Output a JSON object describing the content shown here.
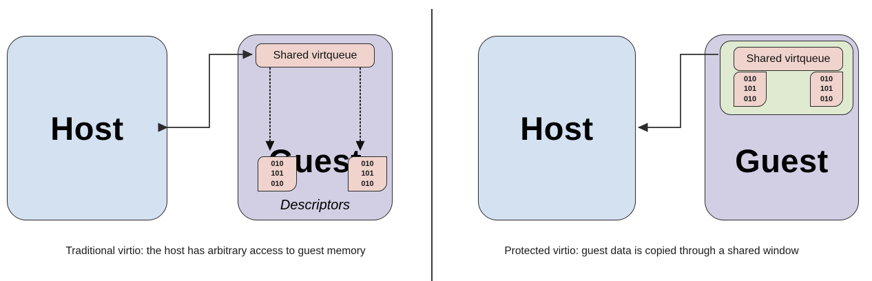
{
  "figure": {
    "background": "#ffffff",
    "divider": {
      "color": "#3c3c3c"
    }
  },
  "colors": {
    "host_fill": "#d4e1f1",
    "guest_fill": "#d2cfe4",
    "virtqueue_fill": "#f0d3cd",
    "descriptor_fill": "#f0d3cd",
    "shared_window_fill": "#dfead0",
    "stroke": "#2b2b2b",
    "text": "#000000"
  },
  "panels": [
    {
      "id": "traditional",
      "caption": "Traditional virtio: the host has arbitrary access to guest memory",
      "host": {
        "label": "Host"
      },
      "guest": {
        "label": "Guest",
        "virtqueue": {
          "label": "Shared virtqueue"
        },
        "descriptors_caption": "Descriptors",
        "descriptors": [
          {
            "lines": [
              "010",
              "101",
              "010"
            ]
          },
          {
            "lines": [
              "010",
              "101",
              "010"
            ]
          }
        ]
      },
      "arrow": {
        "style": "solid",
        "direction": "bidirectional",
        "from": "host",
        "to": "shared-virtqueue"
      },
      "descriptor_links": {
        "style": "dotted",
        "direction": "down",
        "count": 2
      }
    },
    {
      "id": "protected",
      "caption": "Protected virtio: guest data is copied through a shared window",
      "host": {
        "label": "Host"
      },
      "guest": {
        "label": "Guest",
        "shared_window": {
          "virtqueue": {
            "label": "Shared virtqueue"
          },
          "descriptors": [
            {
              "lines": [
                "010",
                "101",
                "010"
              ]
            },
            {
              "lines": [
                "010",
                "101",
                "010"
              ]
            }
          ]
        }
      },
      "arrow": {
        "style": "solid",
        "direction": "to-host",
        "from": "shared-virtqueue",
        "to": "host"
      }
    }
  ]
}
